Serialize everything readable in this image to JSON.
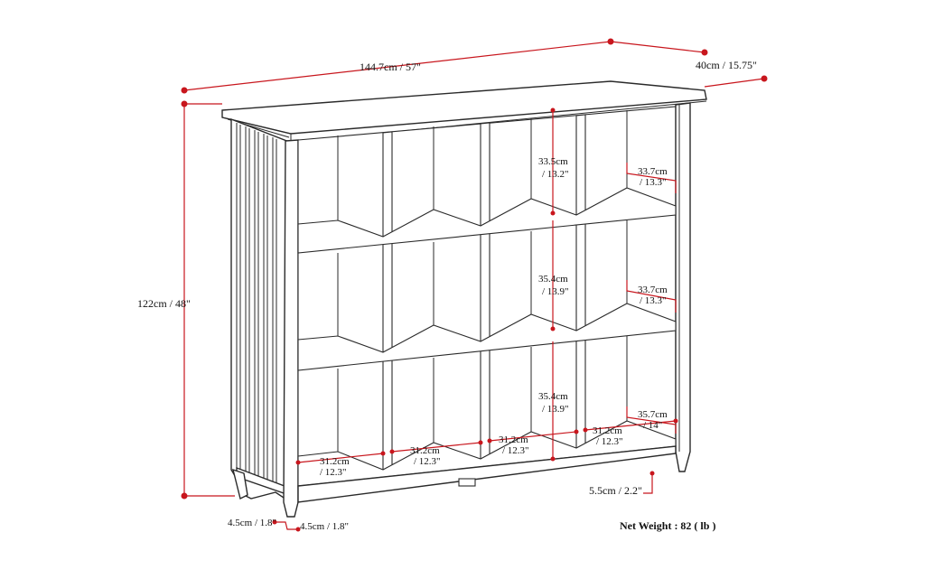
{
  "colors": {
    "dimension_line": "#c8161d",
    "outline": "#2a2a2a",
    "background": "#ffffff"
  },
  "dimensions": {
    "width": "144.7cm / 57\"",
    "depth": "40cm / 15.75\"",
    "height": "122cm / 48\"",
    "top_row_height_cm": "33.5cm",
    "top_row_height_in": "/ 13.2\"",
    "mid_row_height_cm": "35.4cm",
    "mid_row_height_in": "/ 13.9\"",
    "bottom_row_height_cm": "35.4cm",
    "bottom_row_height_in": "/ 13.9\"",
    "top_cubby_depth_cm": "33.7cm",
    "top_cubby_depth_in": "/ 13.3\"",
    "mid_cubby_depth_cm": "33.7cm",
    "mid_cubby_depth_in": "/ 13.3\"",
    "bottom_cubby_depth_cm": "35.7cm",
    "bottom_cubby_depth_in": "/ 14\"",
    "cubby_widths": [
      {
        "cm": "31.2cm",
        "in": "/ 12.3\""
      },
      {
        "cm": "31.2cm",
        "in": "/ 12.3\""
      },
      {
        "cm": "31.2cm",
        "in": "/ 12.3\""
      },
      {
        "cm": "31.2cm",
        "in": "/ 12.3\""
      }
    ],
    "base_height": "5.5cm / 2.2\"",
    "leg_front": "4.5cm / 1.8\"",
    "leg_side": "4.5cm / 1.8\""
  },
  "net_weight": "Net Weight : 82 ( lb )"
}
